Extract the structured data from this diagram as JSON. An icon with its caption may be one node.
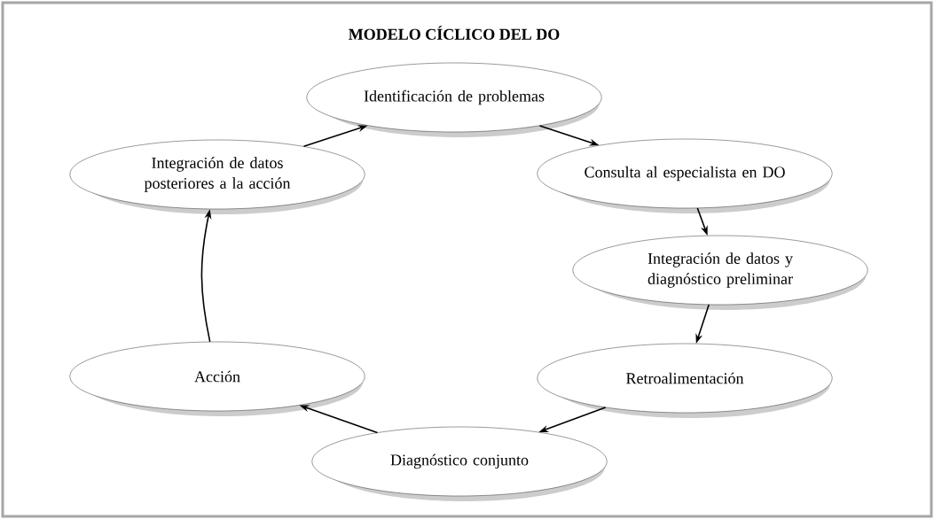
{
  "diagram": {
    "title": "MODELO CÍCLICO DEL DO",
    "nodes": [
      {
        "text": [
          "Identificación de problemas"
        ]
      },
      {
        "text": [
          "Integración de datos posteriores a la acción"
        ]
      },
      {
        "text": [
          "Consulta al especialista en DO"
        ]
      },
      {
        "text": [
          "Integración de datos y diagnóstico preliminar"
        ]
      },
      {
        "text": [
          "Acción"
        ]
      },
      {
        "text": [
          "Retroalimentación"
        ]
      },
      {
        "text": [
          "Diagnóstico conjunto"
        ]
      }
    ],
    "edges": [
      {
        "from": 0,
        "to": 2,
        "arrow": "to"
      },
      {
        "from": 2,
        "to": 3,
        "arrow": "to"
      },
      {
        "from": 3,
        "to": 5,
        "arrow": "to"
      },
      {
        "from": 5,
        "to": 6,
        "arrow": "to"
      },
      {
        "from": 6,
        "to": 4,
        "arrow": "to"
      },
      {
        "from": 4,
        "to": 1,
        "arrow": "to"
      },
      {
        "from": 1,
        "to": 0,
        "arrow": "to"
      }
    ]
  }
}
